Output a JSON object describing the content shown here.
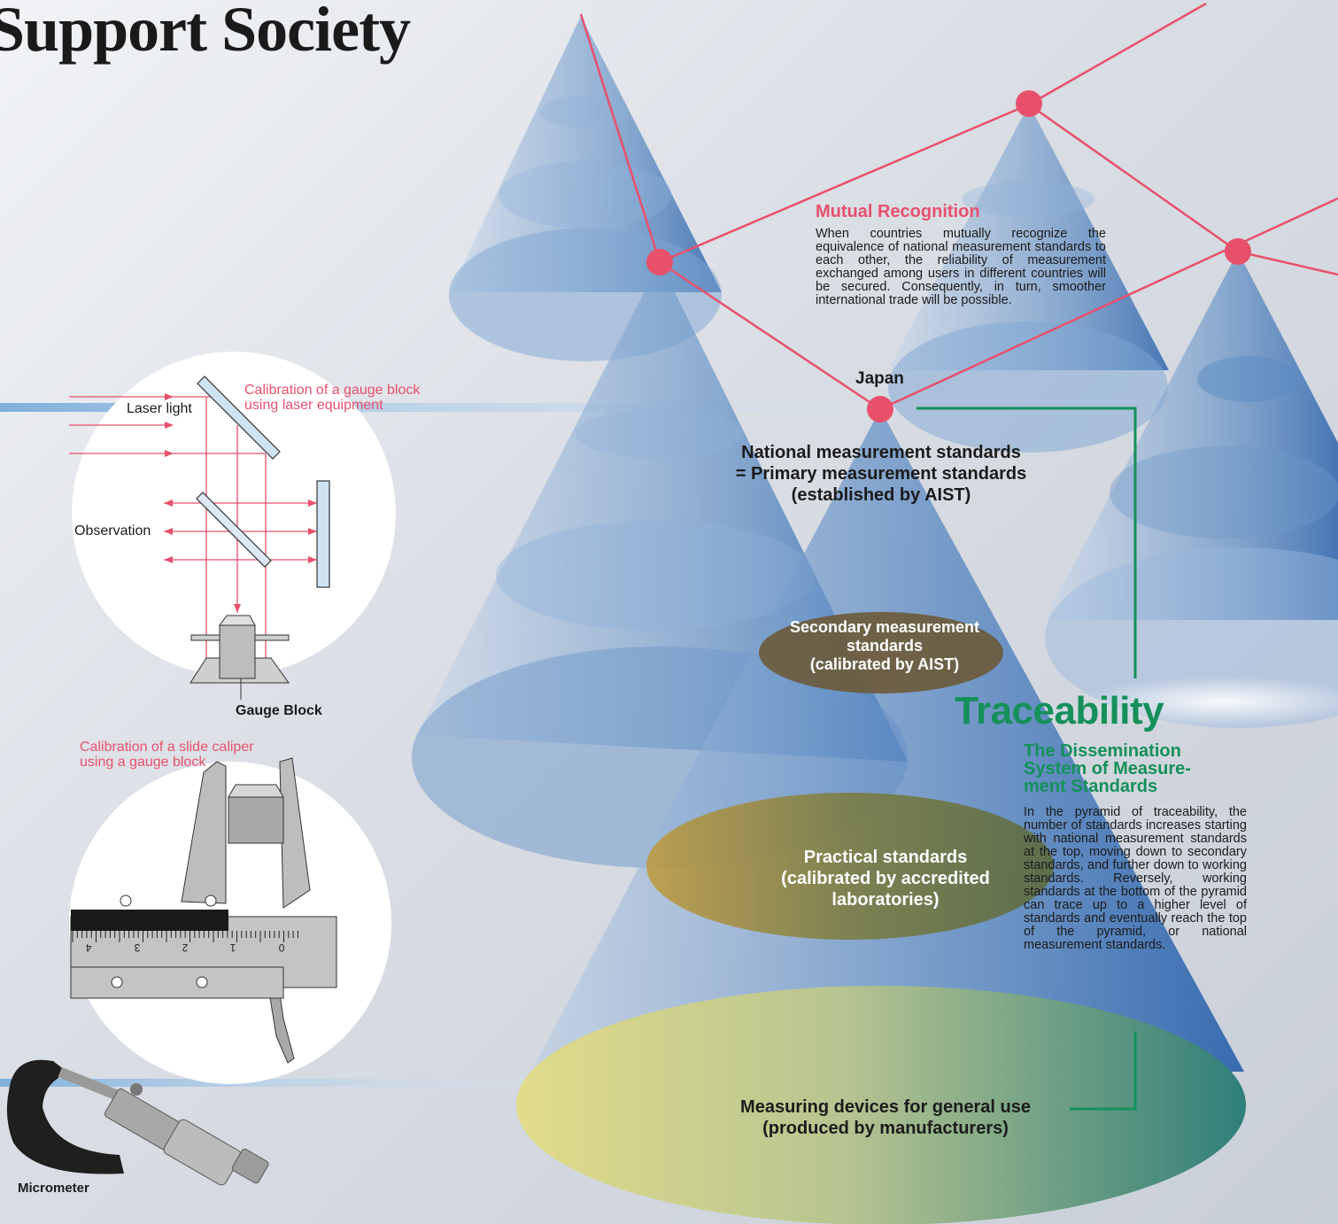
{
  "header": {
    "title": "Support Society"
  },
  "mutual_recognition": {
    "heading": "Mutual Recognition",
    "body": "When countries mutually recognize the equivalence of national measurement standards to each other, the reliability of measurement exchanged among users in different countries will be secured. Consequently, in turn, smoother international trade will be possible."
  },
  "japan_label": "Japan",
  "national": {
    "line1": "National measurement standards",
    "line2": "= Primary measurement standards",
    "line3": "(established by AIST)"
  },
  "secondary": {
    "line1": "Secondary measurement",
    "line2": "standards",
    "line3": "(calibrated by AIST)"
  },
  "practical": {
    "line1": "Practical standards",
    "line2": "(calibrated by accredited",
    "line3": "laboratories)"
  },
  "general": {
    "line1": "Measuring devices for general use",
    "line2": "(produced by manufacturers)"
  },
  "traceability": {
    "title": "Traceability",
    "subtitle_line1": "The Dissemination",
    "subtitle_line2": "System of Measure-",
    "subtitle_line3": "ment Standards",
    "body": "In the pyramid of traceability, the number of standards increases starting with national measurement standards at the top, moving down to secondary standards, and further down to working standards. Reversely, working standards at the bottom of the pyramid can trace up to a higher level of standards and eventually reach the top of the pyramid, or national measurement standards."
  },
  "laser_diagram": {
    "caption_line1": "Calibration of a gauge block",
    "caption_line2": "using laser equipment",
    "laser_label": "Laser light",
    "observation_label": "Observation",
    "gauge_label": "Gauge Block"
  },
  "caliper_diagram": {
    "caption_line1": "Calibration of a slide caliper",
    "caption_line2": "using a gauge block",
    "scale_numbers": [
      "4",
      "3",
      "2",
      "1",
      "0"
    ]
  },
  "micrometer_label": "Micrometer",
  "colors": {
    "accent_pink": "#e8506c",
    "accent_green": "#15905a",
    "cone_blue": "#3f74b5",
    "practical_olive": "#8a8a3a",
    "secondary_brown": "#6b5a3a"
  }
}
